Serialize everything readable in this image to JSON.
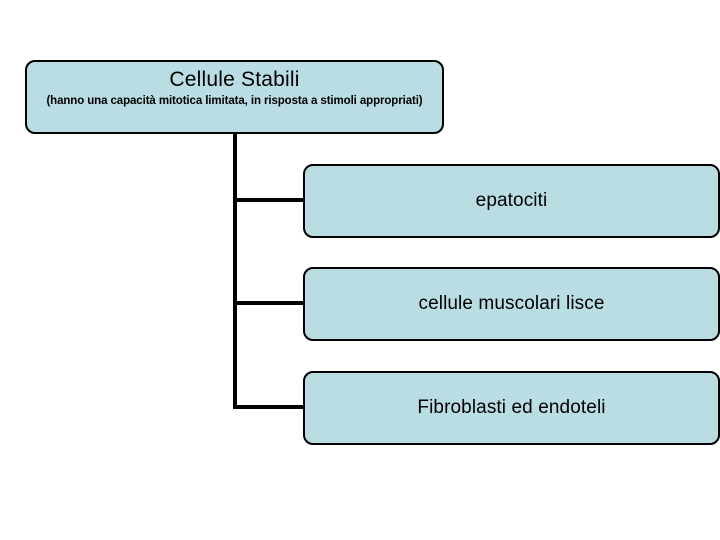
{
  "diagram": {
    "type": "tree",
    "background_color": "#ffffff",
    "node_fill_color": "#b9dde2",
    "node_border_color": "#000000",
    "connector_color": "#000000",
    "root": {
      "title": "Cellule Stabili",
      "subtitle": "(hanno una capacità mitotica limitata, in risposta a stimoli appropriati)"
    },
    "children": [
      {
        "label": "epatociti"
      },
      {
        "label": "cellule muscolari lisce"
      },
      {
        "label": "Fibroblasti ed endoteli"
      }
    ]
  }
}
